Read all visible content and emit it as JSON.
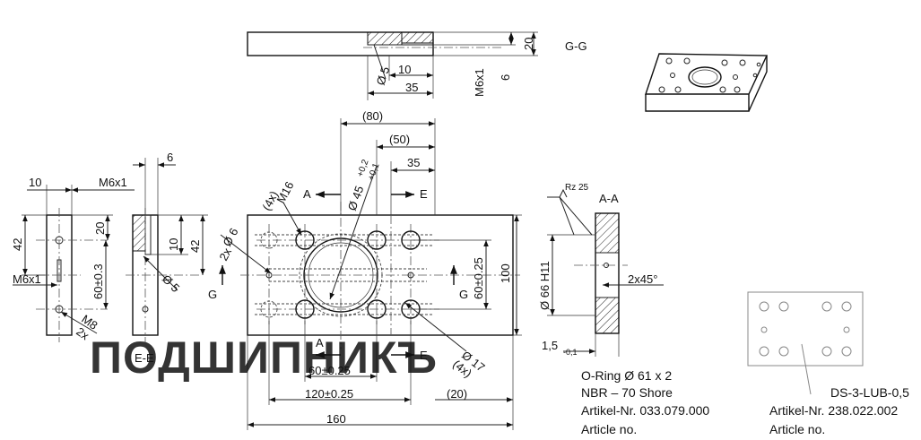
{
  "views": {
    "gg": "G-G",
    "aa": "A-A",
    "ee": "E-E"
  },
  "dims": {
    "gg_thickness": "20",
    "gg_step": "6",
    "gg_10": "10",
    "gg_35": "35",
    "gg_dia5": "Ø 5",
    "gg_thread": "M6x1",
    "top_80": "(80)",
    "top_50": "(50)",
    "top_35": "35",
    "dia45": "Ø 45",
    "dia45_tol_up": "+0,2",
    "dia45_tol_low": "+0,1",
    "m16": "M16",
    "m16_count": "(4x)",
    "dia6": "Ø 6",
    "dia6_count": "2x",
    "height100": "100",
    "hole_60_v": "60±0.25",
    "hole_60_h": "60±0.25",
    "hole_120": "120±0.25",
    "right_20": "(20)",
    "width160": "160",
    "dia17": "Ø 17",
    "dia17_count": "(4x)",
    "sec_a": "A",
    "sec_e": "E",
    "sec_g": "G",
    "left_10": "10",
    "left_m6": "M6x1",
    "left_42": "42",
    "left_20": "20",
    "left_m6b": "M6x1",
    "left_60": "60±0.3",
    "left_m8": "M8",
    "left_2x": "2x",
    "ee_6": "6",
    "ee_10": "10",
    "ee_42": "42",
    "ee_dia5": "Ø 5",
    "aa_rz": "Rz 25",
    "aa_dia66": "Ø 66 H11",
    "aa_chamfer": "2x45°",
    "aa_15": "1,5",
    "aa_15_tol": "-0,1"
  },
  "oring": {
    "line1": "O-Ring Ø 61 x 2",
    "line2": "NBR – 70 Shore",
    "line3": "Artikel-Nr. 033.079.000",
    "line4": "Article no."
  },
  "plug": {
    "line1": "DS-3-LUB-0,5",
    "line2": "Artikel-Nr. 238.022.002",
    "line3": "Article no."
  },
  "watermark": "ПОДШИПНИКЪ",
  "colors": {
    "ink": "#111111",
    "watermark": "#9fd8e8"
  }
}
